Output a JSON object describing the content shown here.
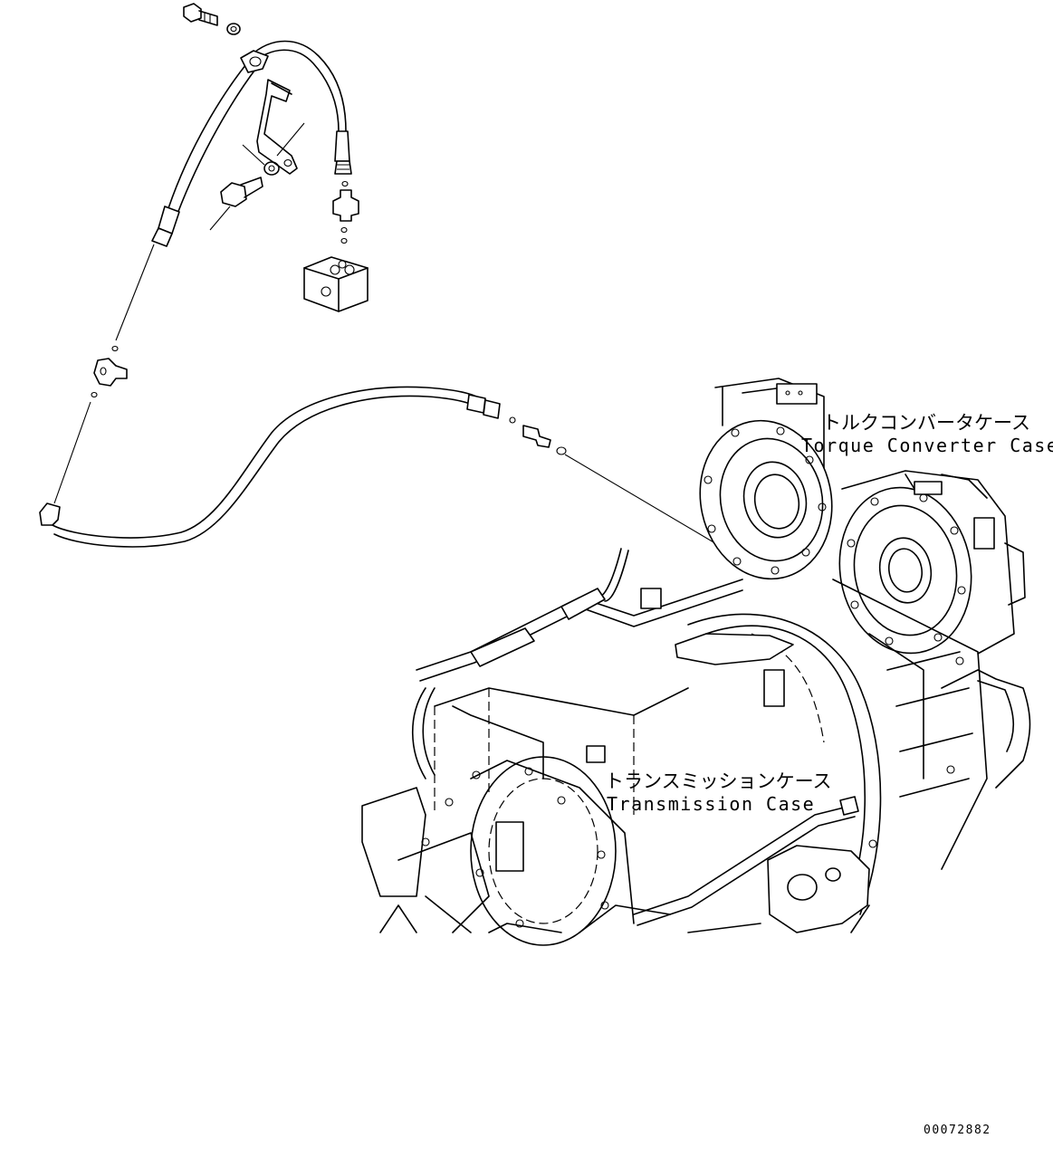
{
  "labels": {
    "torque_converter_case_jp": "トルクコンバータケース",
    "torque_converter_case_en": "Torque Converter Case",
    "transmission_case_jp": "トランスミッションケース",
    "transmission_case_en": "Transmission Case"
  },
  "drawing_number": "00072882"
}
